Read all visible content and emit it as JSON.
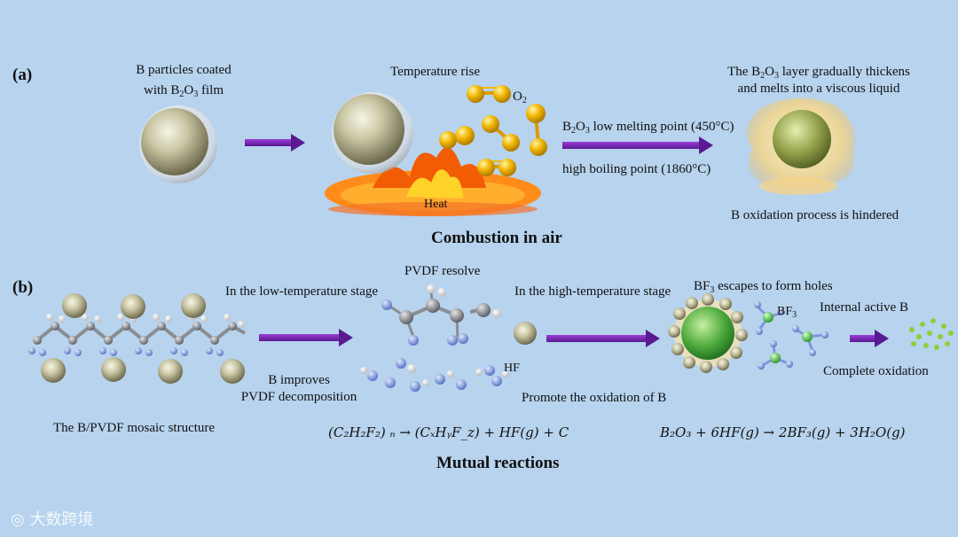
{
  "panel_a": {
    "label": "(a)",
    "coated_particles": "B particles coated",
    "with_film_prefix": "with B",
    "with_film_sub1": "2",
    "with_film_mid": "O",
    "with_film_sub2": "3",
    "with_film_suffix": " film",
    "temperature_rise": "Temperature rise",
    "o2_base": "O",
    "o2_sub": "2",
    "heat": "Heat",
    "melting_prefix": "B",
    "melting_sub1": "2",
    "melting_mid": "O",
    "melting_sub2": "3",
    "melting_suffix": " low melting point (450°C)",
    "boiling": "high boiling point (1860°C)",
    "layer_prefix": "The B",
    "layer_sub1": "2",
    "layer_mid": "O",
    "layer_sub2": "3",
    "layer_suffix": " layer gradually thickens",
    "layer_line2": "and melts into a viscous liquid",
    "hindered": "B oxidation process is hindered",
    "title": "Combustion in air"
  },
  "panel_b": {
    "label": "(b)",
    "low_temp_stage": "In the low-temperature stage",
    "pvdf_resolve": "PVDF resolve",
    "high_temp_stage": "In the high-temperature stage",
    "bf3_escape_prefix": "BF",
    "bf3_escape_sub": "3",
    "bf3_escape_suffix": " escapes to form holes",
    "bf3_label_base": "BF",
    "bf3_label_sub": "3",
    "internal_active": "Internal active B",
    "complete_oxidation": "Complete oxidation",
    "hf_label": "HF",
    "b_improves_1": "B improves",
    "b_improves_2": "PVDF decomposition",
    "promote": "Promote the oxidation of B",
    "mosaic": "The B/PVDF mosaic structure",
    "eq1": "(C₂H₂F₂) ₙ → (CₓHᵧF_z) + HF(g) + C",
    "eq2": "B₂O₃ + 6HF(g) → 2BF₃(g) + 3H₂O(g)",
    "title": "Mutual reactions"
  },
  "watermark": "大数跨境",
  "colors": {
    "background": "#b7d3ee",
    "arrow": "#6a22a8",
    "oxygen": "#f2b705",
    "fluorine": "#7f97dd",
    "carbon": "#8a8d92",
    "hydrogen": "#f4f4f4",
    "boron_green": "#3ea33e"
  }
}
